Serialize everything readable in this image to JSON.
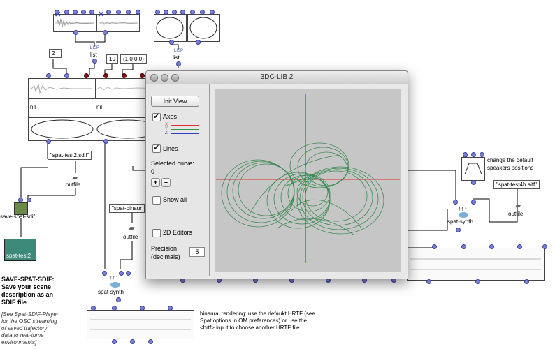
{
  "window": {
    "title": "3DC-LIB 2",
    "init_view": "Init View",
    "axes_label": "Axes",
    "axes_checked": true,
    "axis_x": "X",
    "axis_y": "Y",
    "axis_z": "Z",
    "lines_label": "Lines",
    "lines_checked": true,
    "selected_curve_label": "Selected curve:",
    "selected_curve_value": "0",
    "plus": "+",
    "minus": "–",
    "show_all_label": "Show all",
    "show_all_checked": false,
    "editors_label": "2D Editors",
    "editors_checked": false,
    "precision_label_1": "Precision",
    "precision_label_2": "(decimals)",
    "precision_value": "5"
  },
  "patch": {
    "list_label_1": "list",
    "list_label_2": "list",
    "lisp_1": "LISP",
    "lisp_2": "LISP",
    "value_2": "2",
    "value_10": "10",
    "value_pos": "(1.0 0.0)",
    "nil_1": "nil",
    "nil_2": "nil",
    "sdif_file": "\"spat-test2.sdif\"",
    "outfile_1": "outfile",
    "binaural_file": "\"spat-binaur",
    "outfile_2": "outfile",
    "save_spat_sdif": "save-spat-sdif",
    "spat_test2": "spat-test2",
    "spat_synth_1": "spat-synth",
    "spat_synth_2": "spat-synth",
    "aiff_file": "\"spat-test4b.aiff\"",
    "outfile_3": "outfile",
    "speakers_comment_1": "change the default",
    "speakers_comment_2": "speakers positions",
    "save_heading": [
      "SAVE-SPAT-SDIF:",
      "Save your scene",
      "description as an",
      "SDIF file"
    ],
    "see_note": [
      "[See Spat-SDIF-Player",
      "for the OSC streaming",
      "of saved trajectory",
      "data to real-tume",
      "environments]"
    ],
    "binaural_note": [
      "binaural rendering: use the defaukt HRTF (see",
      "Spat options in OM preferences) or use the",
      "<hrtf> input to choose another HRTF file"
    ]
  },
  "colors": {
    "axis_x": "#e03030",
    "axis_y": "#2e9a4c",
    "axis_z": "#3040c0",
    "curve": "#3c8a55",
    "inlet": "#7b7fd6"
  }
}
